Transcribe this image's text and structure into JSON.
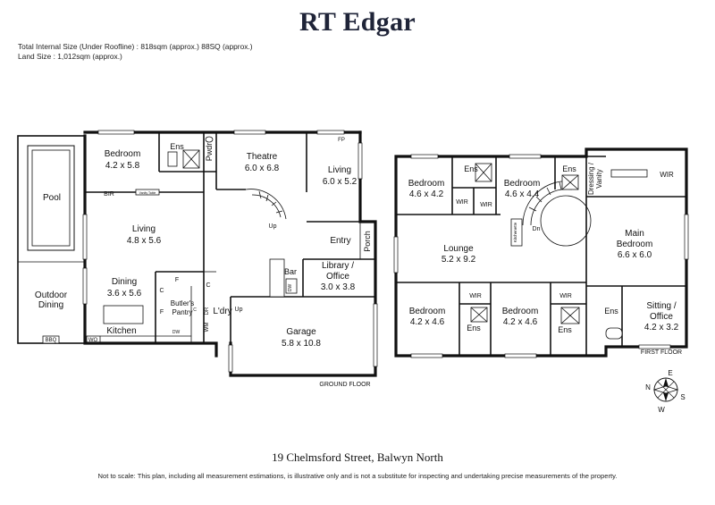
{
  "brand": "RT Edgar",
  "internal_size": "Total Internal Size (Under Roofline) : 818sqm (approx.) 88SQ (approx.)",
  "land_size": "Land Size : 1,012sqm (approx.)",
  "address": "19 Chelmsford Street, Balwyn North",
  "disclaimer": "Not to scale: This plan, including all measurement estimations, is illustrative only and is not a substitute for inspecting and undertaking precise measurements of the property.",
  "ground": {
    "caption": "GROUND FLOOR",
    "pool": "Pool",
    "outdoor_1": "Outdoor",
    "outdoor_2": "Dining",
    "bbq": "BBQ",
    "wo": "WO",
    "bed_name": "Bedroom",
    "bed_size": "4.2 x 5.8",
    "ens": "Ens",
    "pwdr": "Pwdr",
    "bir": "BIR",
    "vanity": "Vanity Table",
    "theatre_name": "Theatre",
    "theatre_size": "6.0 x 6.8",
    "living_name": "Living",
    "living_size": "6.0 x 5.2",
    "fp": "FP",
    "living2_name": "Living",
    "living2_size": "4.8 x 5.6",
    "up1": "Up",
    "up2": "Up",
    "entry": "Entry",
    "porch": "Porch",
    "bar": "Bar",
    "dw1": "DW",
    "library_1": "Library /",
    "library_2": "Office",
    "library_size": "3.0 x 3.8",
    "dining_name": "Dining",
    "dining_size": "3.6 x 5.6",
    "butler_1": "Butler's",
    "butler_2": "Pantry",
    "f1": "F",
    "f2": "F",
    "c1": "C",
    "c2": "C",
    "c3": "C",
    "kitchen": "Kitchen",
    "dw2": "DW",
    "wm": "WM",
    "dr": "DR",
    "ldry": "L'dry",
    "garage_name": "Garage",
    "garage_size": "5.8 x 10.8"
  },
  "first": {
    "caption": "FIRST FLOOR",
    "bed1_name": "Bedroom",
    "bed1_size": "4.6 x 4.2",
    "ens1": "Ens",
    "wir1": "WIR",
    "wir2": "WIR",
    "bed2_name": "Bedroom",
    "bed2_size": "4.6 x 4.4",
    "ens2": "Ens",
    "dressing_1": "Dressing /",
    "dressing_2": "Vanity",
    "wir_main": "WIR",
    "lounge_name": "Lounge",
    "lounge_size": "5.2 x 9.2",
    "kitchenette": "Kitchenette",
    "dn": "Dn",
    "main_1": "Main",
    "main_2": "Bedroom",
    "main_size": "6.6 x 6.0",
    "bed3_name": "Bedroom",
    "bed3_size": "4.2 x 4.6",
    "wir3": "WIR",
    "ens3": "Ens",
    "bed4_name": "Bedroom",
    "bed4_size": "4.2 x 4.6",
    "wir4": "WIR",
    "ens4": "Ens",
    "ens5": "Ens",
    "sitting_1": "Sitting /",
    "sitting_2": "Office",
    "sitting_size": "4.2 x 3.2"
  },
  "compass": {
    "n": "N",
    "e": "E",
    "s": "S",
    "w": "W"
  }
}
